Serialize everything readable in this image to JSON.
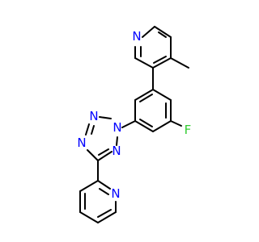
{
  "molecule": {
    "atoms": [
      {
        "id": "n_pyr1",
        "symbol": "N",
        "color": "#0000ff"
      },
      {
        "id": "n_tz1",
        "symbol": "N",
        "color": "#0000ff"
      },
      {
        "id": "n_tz2",
        "symbol": "N",
        "color": "#0000ff"
      },
      {
        "id": "n_tz3",
        "symbol": "N",
        "color": "#0000ff"
      },
      {
        "id": "n_tz4",
        "symbol": "N",
        "color": "#0000ff"
      },
      {
        "id": "n_pyr2",
        "symbol": "N",
        "color": "#0000ff"
      },
      {
        "id": "f1",
        "symbol": "F",
        "color": "#33cc33"
      }
    ],
    "bond_color": "#000000",
    "background": "#ffffff"
  }
}
